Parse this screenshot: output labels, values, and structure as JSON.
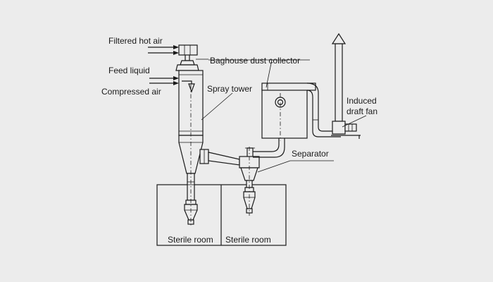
{
  "labels": {
    "filtered_hot_air": "Filtered hot air",
    "feed_liquid": "Feed liquid",
    "compressed_air": "Compressed air",
    "spray_tower": "Spray tower",
    "baghouse": "Baghouse dust collector",
    "induced_line1": "Induced",
    "induced_line2": "draft fan",
    "separator": "Separator",
    "sterile_room_left": "Sterile room",
    "sterile_room_right": "Sterile room"
  },
  "colors": {
    "background": "#ececec",
    "line": "#1a1a1a"
  }
}
